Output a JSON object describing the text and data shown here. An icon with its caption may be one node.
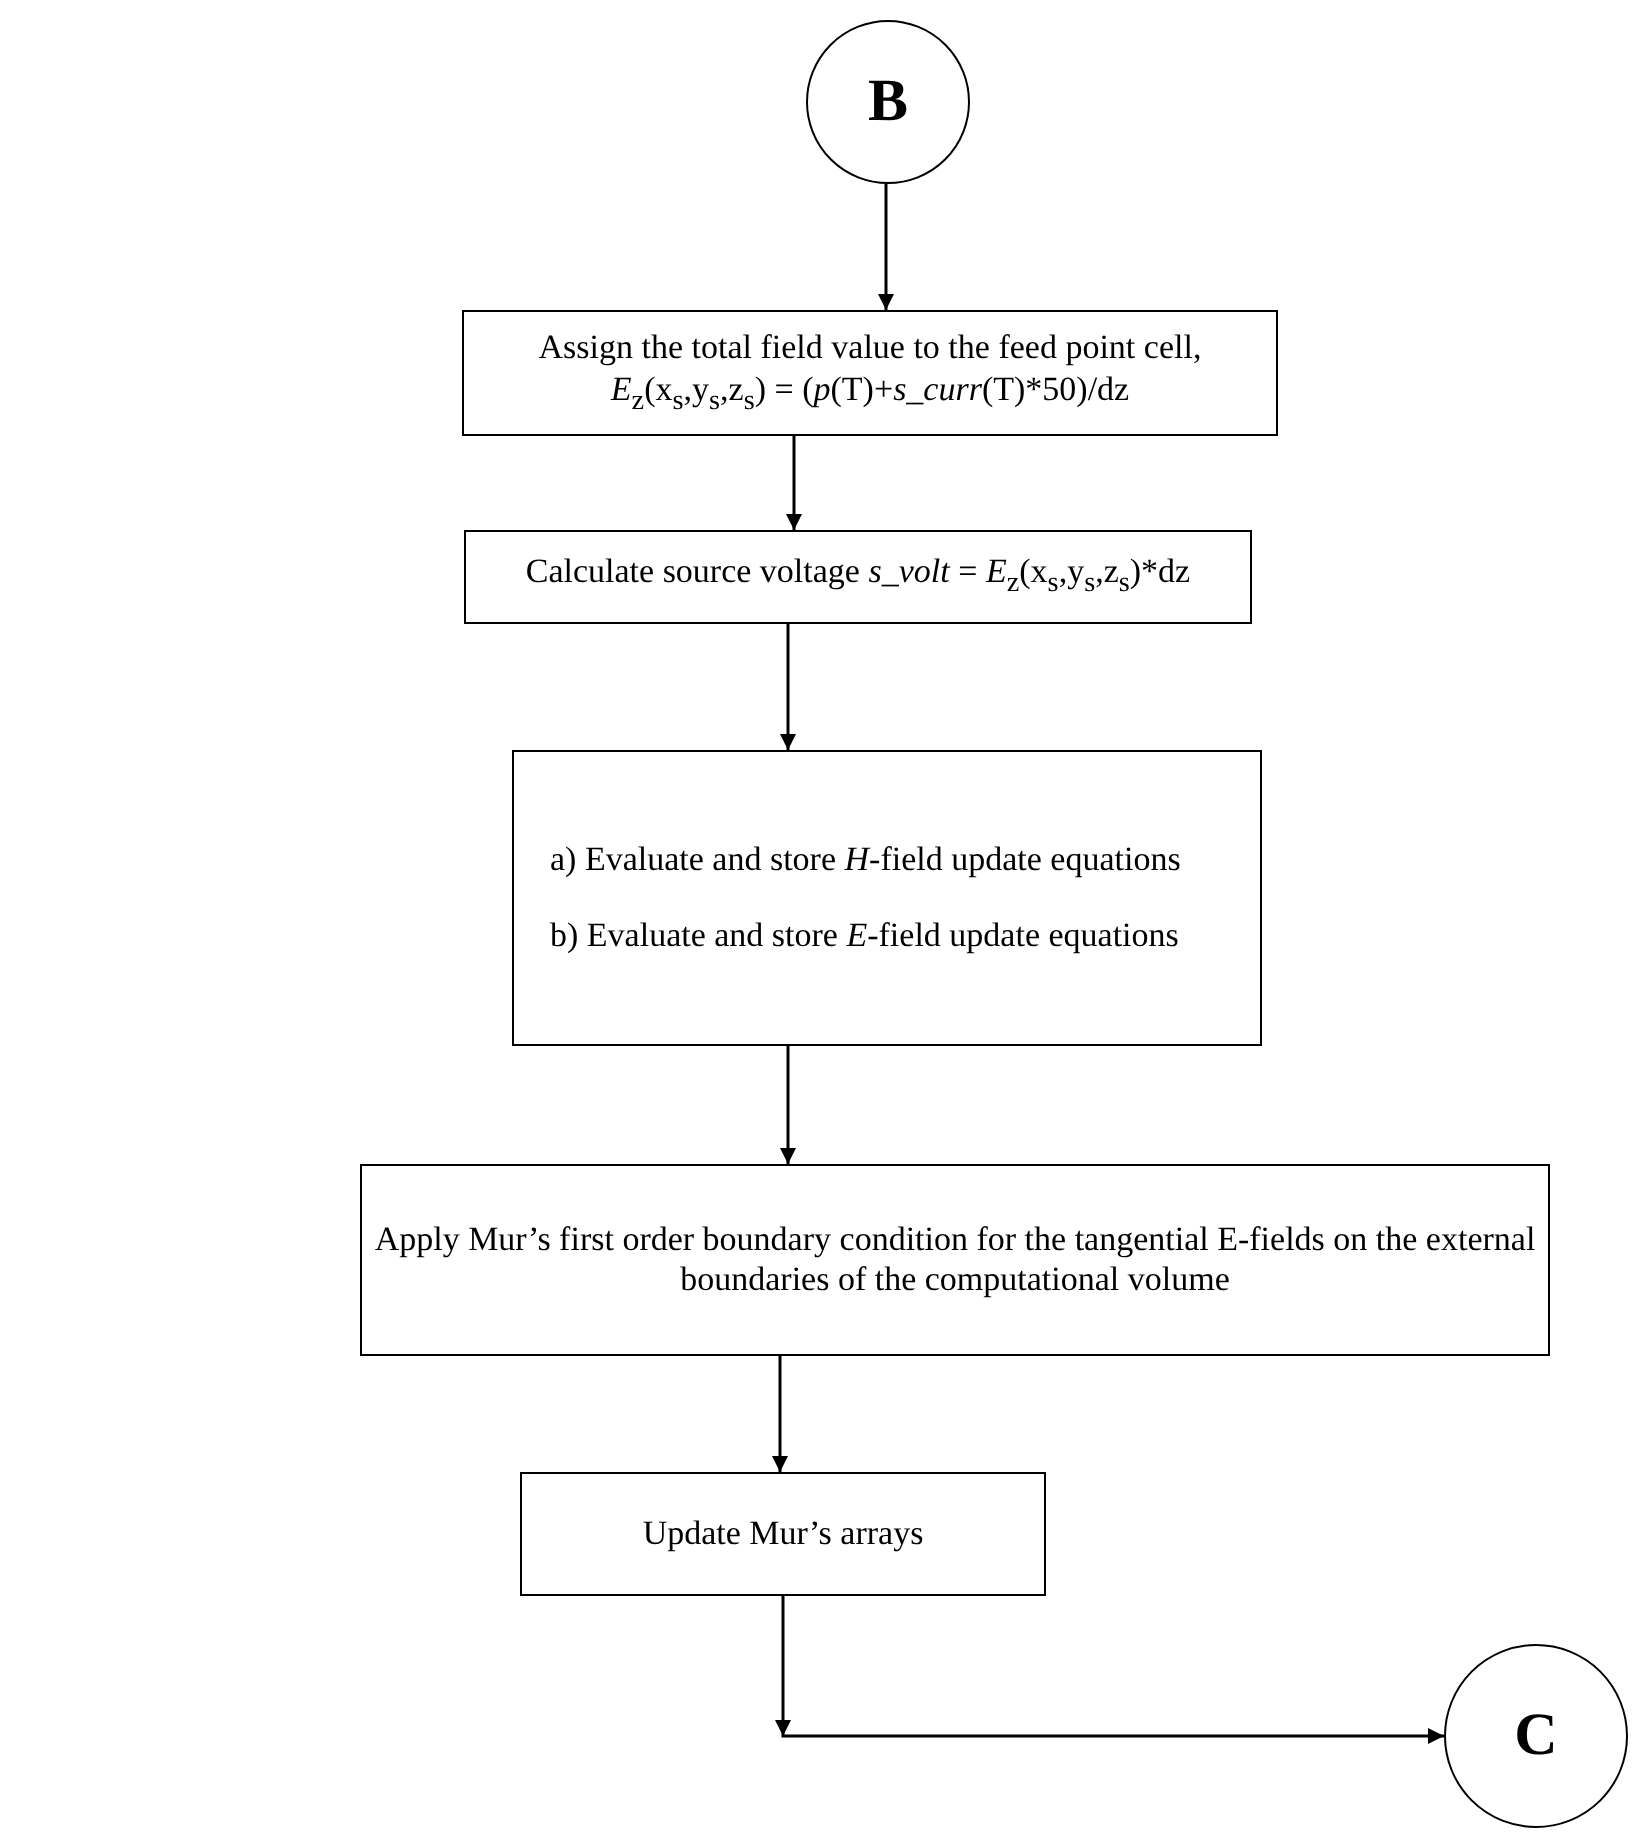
{
  "diagram": {
    "nodes": [
      {
        "text": [
          "B"
        ]
      },
      {
        "text": [
          "Assign the total field value to the feed point cell, *E*$_{z}$(x$_{s}$,y$_{s}$,z$_{s}$) = (*p*(T)+*s_curr*(T)*50)/dz"
        ]
      },
      {
        "text": [
          "Calculate source voltage *s_volt* = *E*$_{z}$(x$_{s}$,y$_{s}$,z$_{s}$)*dz"
        ]
      },
      {
        "text": [
          "a) Evaluate and store *H*-field update equations",
          "b) Evaluate and store *E*-field update equations"
        ]
      },
      {
        "text": [
          "Apply Mur’s first order boundary condition for the tangential E-fields on the external boundaries of the computational volume"
        ]
      },
      {
        "text": [
          "Update Mur’s arrays"
        ]
      },
      {
        "text": [
          "C"
        ]
      }
    ],
    "edges": [
      {
        "from": 0,
        "to": 1,
        "arrow": "to"
      },
      {
        "from": 1,
        "to": 2,
        "arrow": "to"
      },
      {
        "from": 2,
        "to": 3,
        "arrow": "to"
      },
      {
        "from": 3,
        "to": 4,
        "arrow": "to"
      },
      {
        "from": 4,
        "to": 5,
        "arrow": "to"
      },
      {
        "from": 5,
        "to": 6,
        "arrow": "to"
      }
    ]
  }
}
